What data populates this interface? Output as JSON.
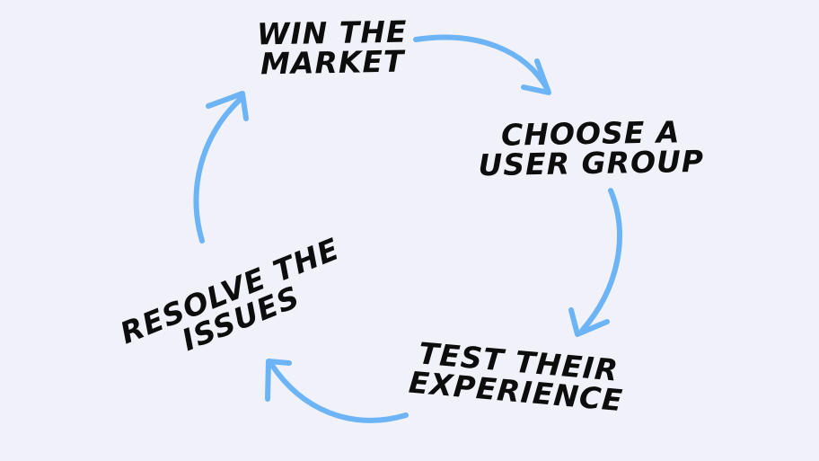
{
  "diagram": {
    "type": "cycle",
    "arrow_color": "#6cb4f5",
    "text_color": "#0d0d0d",
    "background": "#f1f2f9",
    "steps": [
      {
        "id": "win",
        "lines": [
          "WIN THE",
          "MARKET"
        ]
      },
      {
        "id": "choose",
        "lines": [
          "CHOOSE A",
          "USER GROUP"
        ]
      },
      {
        "id": "test",
        "lines": [
          "TEST THEIR",
          "EXPERIENCE"
        ]
      },
      {
        "id": "resolve",
        "lines": [
          "RESOLVE THE",
          "ISSUES"
        ]
      }
    ],
    "flow": [
      "win",
      "choose",
      "test",
      "resolve",
      "win"
    ]
  }
}
